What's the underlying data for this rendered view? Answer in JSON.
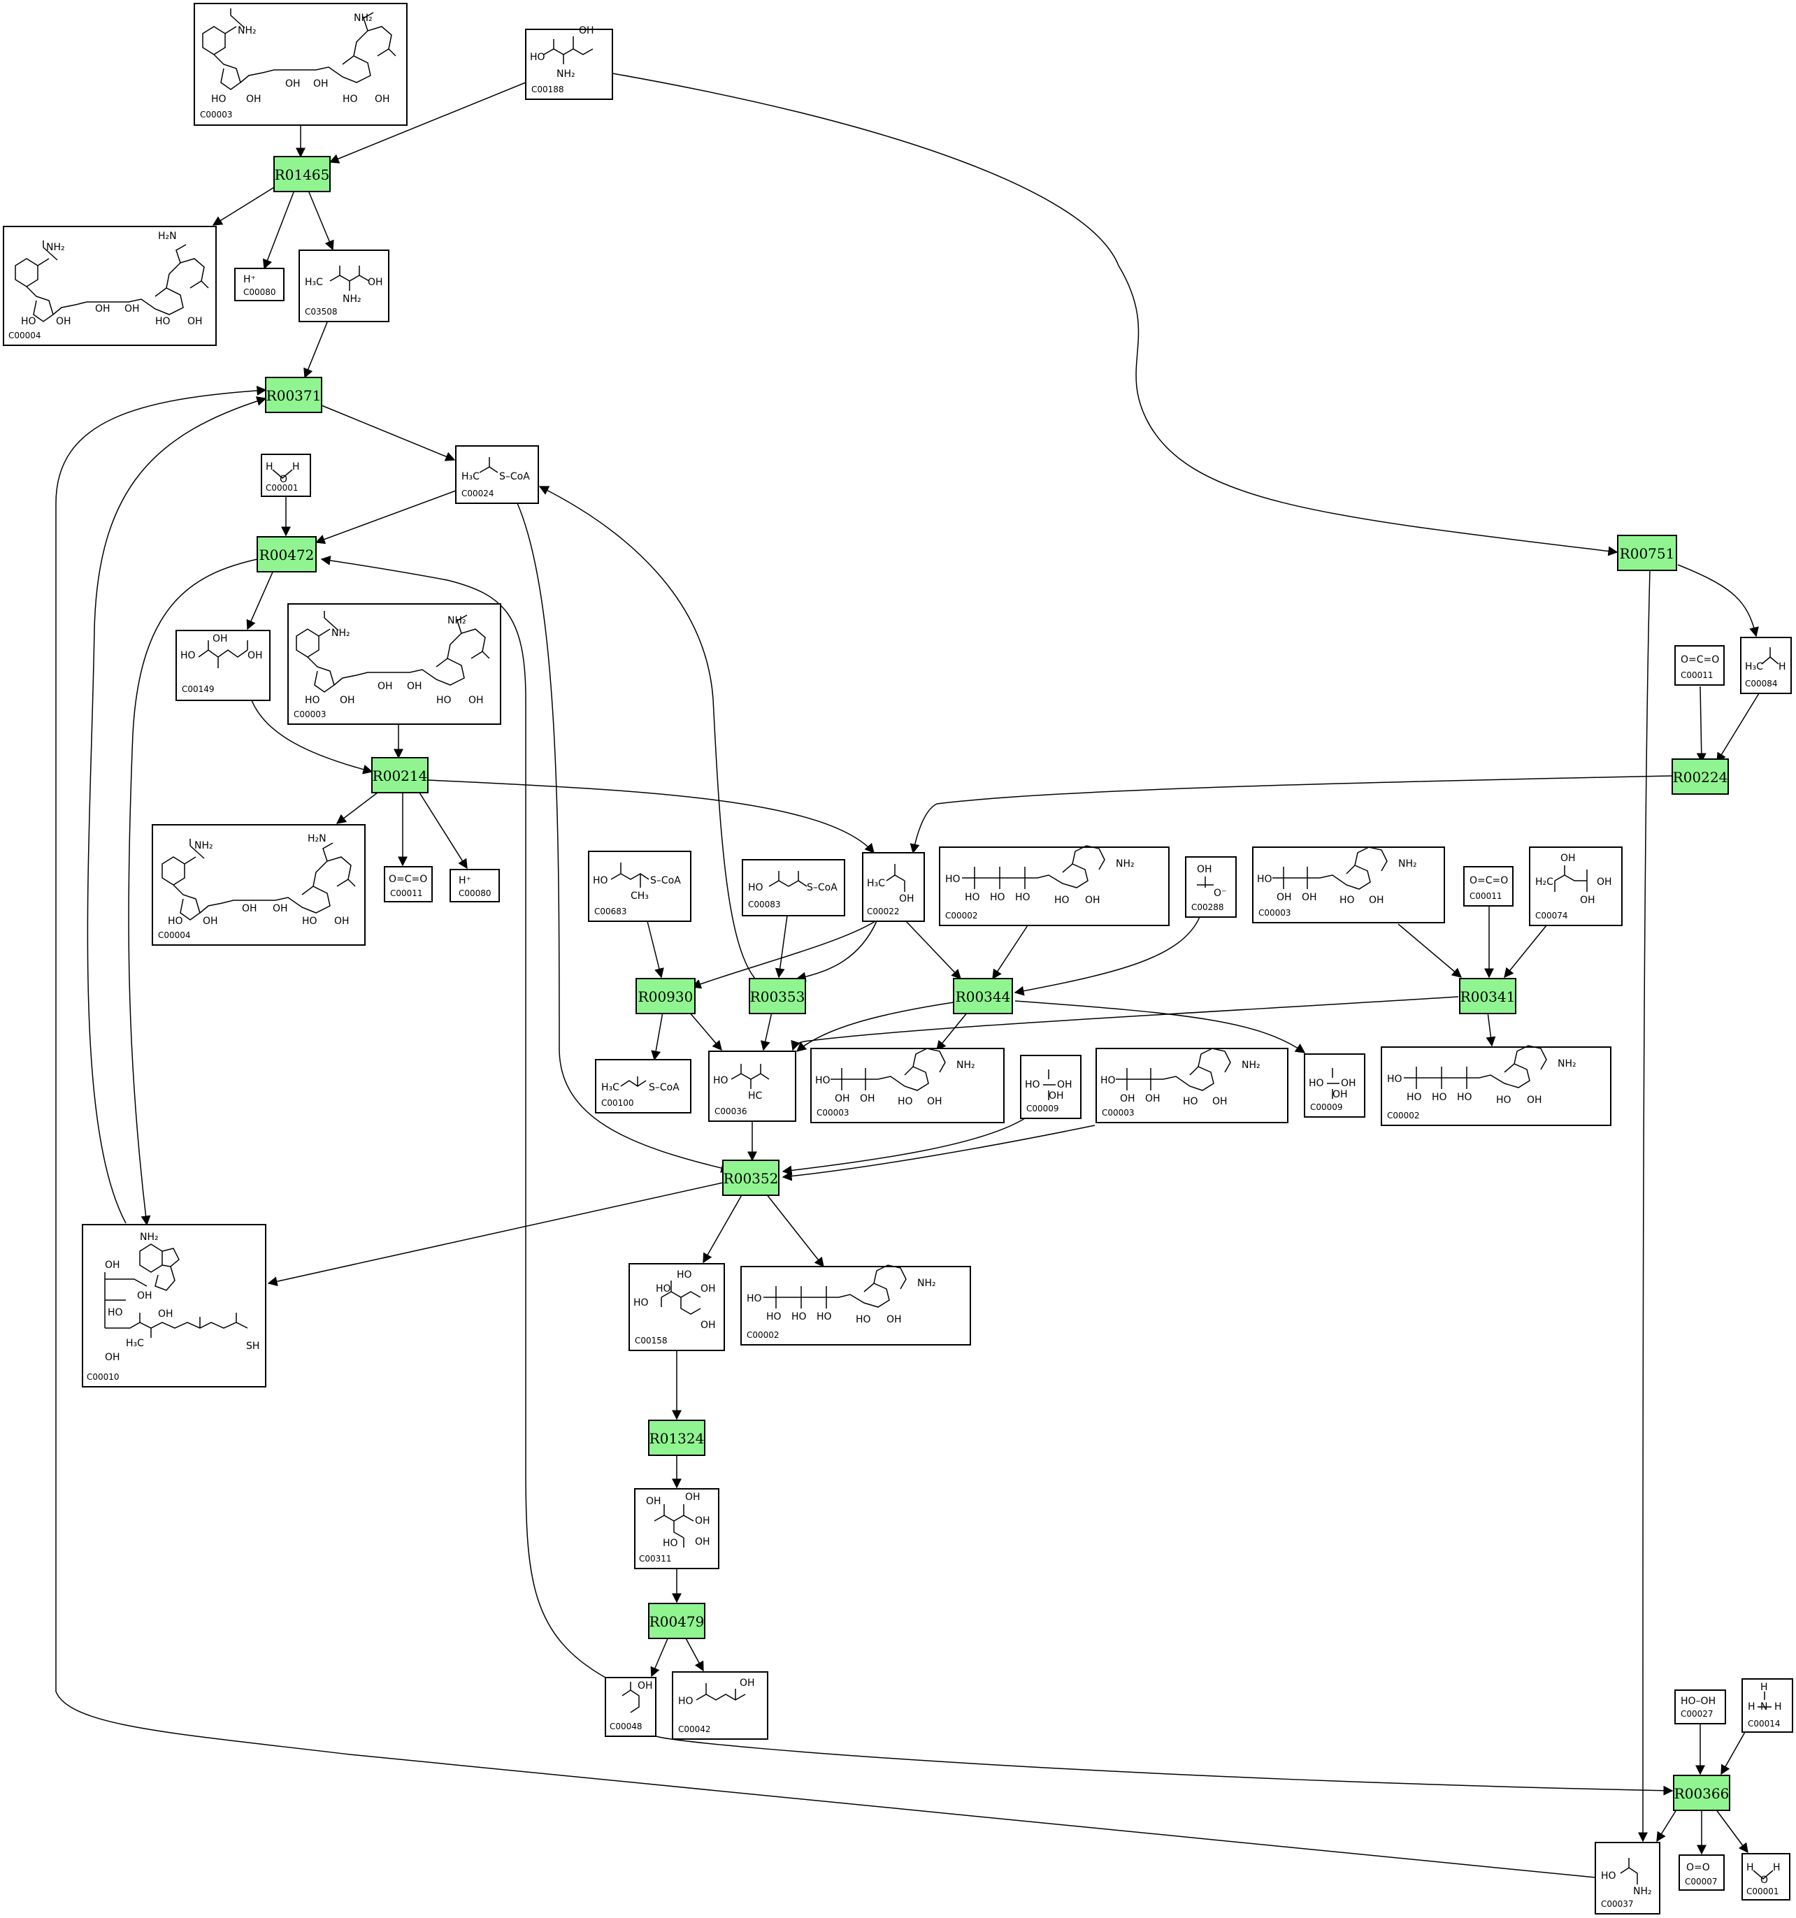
{
  "compounds": {
    "n_c00003_a": {
      "id": "C00003",
      "formula": [
        "NH₂",
        "NH₂",
        "HO",
        "OH",
        "OH",
        "OH",
        "HO",
        "OH"
      ]
    },
    "n_c00188": {
      "id": "C00188",
      "formula": [
        "HO",
        "OH",
        "NH₂"
      ]
    },
    "n_c00004_a": {
      "id": "C00004",
      "formula": [
        "NH₂",
        "H₂N",
        "HO",
        "OH",
        "OH",
        "OH",
        "HO",
        "OH"
      ]
    },
    "n_c00080_a": {
      "id": "C00080",
      "formula": [
        "H⁺"
      ]
    },
    "n_c03508": {
      "id": "C03508",
      "formula": [
        "H₃C",
        "OH",
        "NH₂"
      ]
    },
    "n_c00001_a": {
      "id": "C00001",
      "formula": [
        "H",
        "O",
        "H"
      ]
    },
    "n_c00024": {
      "id": "C00024",
      "formula": [
        "H₃C",
        "S–CoA"
      ]
    },
    "n_c00149": {
      "id": "C00149",
      "formula": [
        "HO",
        "OH",
        "OH"
      ]
    },
    "n_c00003_b": {
      "id": "C00003",
      "formula": [
        "NH₂",
        "NH₂",
        "HO",
        "OH",
        "OH",
        "OH",
        "HO",
        "OH"
      ]
    },
    "n_c00004_b": {
      "id": "C00004",
      "formula": [
        "NH₂",
        "H₂N",
        "HO",
        "OH",
        "OH",
        "OH",
        "HO",
        "OH"
      ]
    },
    "n_c00011_a": {
      "id": "C00011",
      "formula": [
        "O=C=O"
      ]
    },
    "n_c00080_b": {
      "id": "C00080",
      "formula": [
        "H⁺"
      ]
    },
    "n_c00011_b": {
      "id": "C00011",
      "formula": [
        "O=C=O"
      ]
    },
    "n_c00084": {
      "id": "C00084",
      "formula": [
        "H₃C",
        "H"
      ]
    },
    "n_c00683": {
      "id": "C00683",
      "formula": [
        "HO",
        "S–CoA",
        "CH₃"
      ]
    },
    "n_c00083": {
      "id": "C00083",
      "formula": [
        "HO",
        "S–CoA"
      ]
    },
    "n_c00022": {
      "id": "C00022",
      "formula": [
        "H₃C",
        "OH"
      ]
    },
    "n_c00002_a": {
      "id": "C00002",
      "formula": [
        "HO",
        "HO",
        "HO",
        "HO",
        "NH₂",
        "HO",
        "OH"
      ]
    },
    "n_c00288": {
      "id": "C00288",
      "formula": [
        "OH",
        "O⁻"
      ]
    },
    "n_c00003_c": {
      "id": "C00003",
      "formula": [
        "HO",
        "OH",
        "OH",
        "NH₂",
        "HO",
        "OH"
      ]
    },
    "n_c00011_c": {
      "id": "C00011",
      "formula": [
        "O=C=O"
      ]
    },
    "n_c00074": {
      "id": "C00074",
      "formula": [
        "OH",
        "H₂C",
        "OH",
        "OH"
      ]
    },
    "n_c00100": {
      "id": "C00100",
      "formula": [
        "H₃C",
        "S–CoA"
      ]
    },
    "n_c00036": {
      "id": "C00036",
      "formula": [
        "HO",
        "HC"
      ]
    },
    "n_c00003_d": {
      "id": "C00003",
      "formula": [
        "HO",
        "OH",
        "OH",
        "NH₂",
        "HO",
        "OH"
      ]
    },
    "n_c00009_a": {
      "id": "C00009",
      "formula": [
        "HO",
        "OH",
        "OH"
      ]
    },
    "n_c00003_e": {
      "id": "C00003",
      "formula": [
        "HO",
        "OH",
        "OH",
        "NH₂",
        "HO",
        "OH"
      ]
    },
    "n_c00009_b": {
      "id": "C00009",
      "formula": [
        "HO",
        "OH",
        "OH"
      ]
    },
    "n_c00002_b": {
      "id": "C00002",
      "formula": [
        "HO",
        "HO",
        "HO",
        "HO",
        "NH₂",
        "HO",
        "OH"
      ]
    },
    "n_c00010": {
      "id": "C00010",
      "formula": [
        "NH₂",
        "OH",
        "OH",
        "HO",
        "OH",
        "OH",
        "H₃C",
        "SH"
      ]
    },
    "n_c00158": {
      "id": "C00158",
      "formula": [
        "HO",
        "HO",
        "OH",
        "HO",
        "OH"
      ]
    },
    "n_c00002_c": {
      "id": "C00002",
      "formula": [
        "HO",
        "HO",
        "HO",
        "HO",
        "NH₂",
        "HO",
        "OH"
      ]
    },
    "n_c00311": {
      "id": "C00311",
      "formula": [
        "OH",
        "OH",
        "OH",
        "HO",
        "OH"
      ]
    },
    "n_c00048": {
      "id": "C00048",
      "formula": [
        "OH"
      ]
    },
    "n_c00042": {
      "id": "C00042",
      "formula": [
        "HO",
        "OH"
      ]
    },
    "n_c00027": {
      "id": "C00027",
      "formula": [
        "HO–OH"
      ]
    },
    "n_c00014": {
      "id": "C00014",
      "formula": [
        "H",
        "H",
        "N",
        "H"
      ]
    },
    "n_c00037": {
      "id": "C00037",
      "formula": [
        "HO",
        "NH₂"
      ]
    },
    "n_c00007": {
      "id": "C00007",
      "formula": [
        "O=O"
      ]
    },
    "n_c00001_b": {
      "id": "C00001",
      "formula": [
        "H",
        "O",
        "H"
      ]
    }
  },
  "reactions": {
    "r01465": "R01465",
    "r00371": "R00371",
    "r00472": "R00472",
    "r00751": "R00751",
    "r00214": "R00214",
    "r00224": "R00224",
    "r00930": "R00930",
    "r00353": "R00353",
    "r00344": "R00344",
    "r00341": "R00341",
    "r00352": "R00352",
    "r01324": "R01324",
    "r00479": "R00479",
    "r00366": "R00366"
  },
  "colors": {
    "reaction_fill": "#90f590",
    "compound_fill": "#ffffff",
    "stroke": "#000000"
  }
}
